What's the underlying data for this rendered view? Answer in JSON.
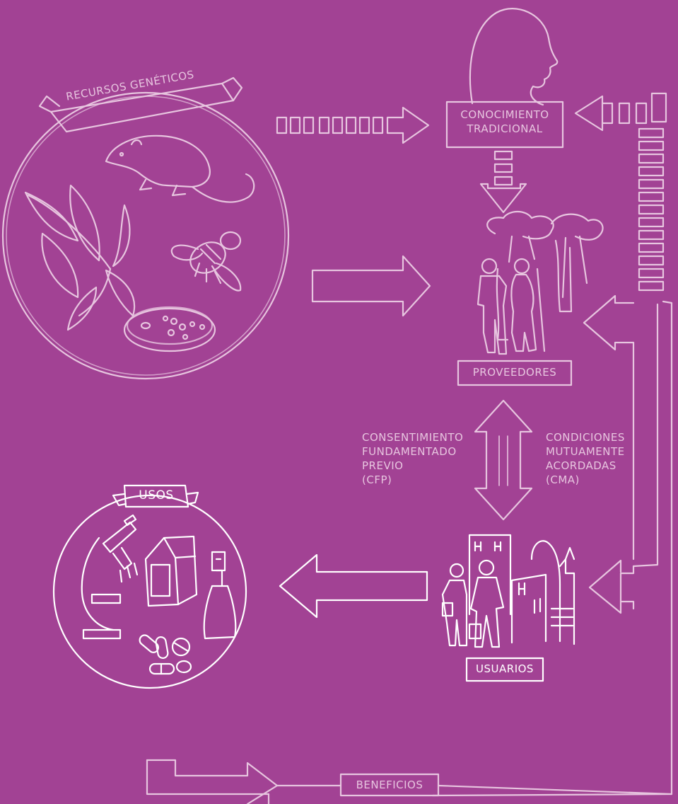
{
  "labels": {
    "genetic_resources": "RECURSOS GENÉTICOS",
    "traditional_knowledge": [
      "CONOCIMIENTO",
      "TRADICIONAL"
    ],
    "providers": "PROVEEDORES",
    "consent": [
      "CONSENTIMIENTO",
      "FUNDAMENTADO",
      "PREVIO",
      "(CFP)"
    ],
    "conditions": [
      "CONDICIONES",
      "MUTUAMENTE",
      "ACORDADAS",
      "(CMA)"
    ],
    "uses": "USOS",
    "users": "USUARIOS",
    "benefits": "BENEFICIOS"
  },
  "icons": {
    "resources_circle": [
      "rat-icon",
      "leaf-icon",
      "bee-icon",
      "petri-dish-icon"
    ],
    "uses_circle": [
      "microscope-icon",
      "milk-carton-icon",
      "spray-bottle-icon",
      "pills-icon"
    ],
    "providers": "people-with-trees-icon",
    "users": "people-with-city-icon",
    "knowledge": "head-silhouette-icon"
  },
  "colors": {
    "background": "#a24294",
    "ink_light": "#e7c5df",
    "ink_white": "#ffffff"
  }
}
